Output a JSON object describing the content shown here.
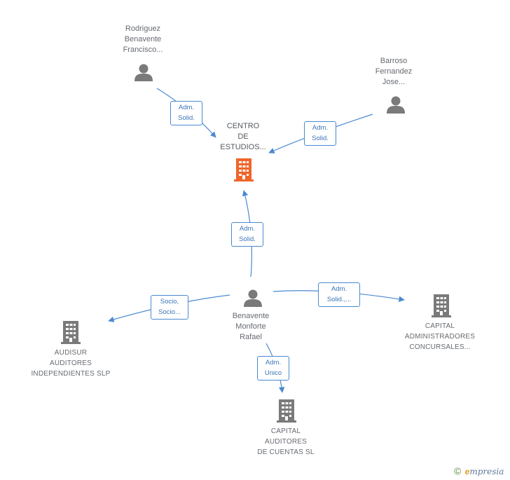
{
  "nodes": {
    "center": "CENTRO\nDE\nESTUDIOS...",
    "rodriguez": "Rodriguez\nBenavente\nFrancisco...",
    "barroso": "Barroso\nFernandez\nJose...",
    "benavente": "Benavente\nMonforte\nRafael",
    "audisur": "AUDISUR\nAUDITORES\nINDEPENDIENTES SLP",
    "capital_adm": "CAPITAL\nADMINISTRADORES\nCONCURSALES...",
    "capital_aud": "CAPITAL\nAUDITORES\nDE CUENTAS SL"
  },
  "edges": {
    "rodriguez_center": "Adm.\nSolid.",
    "barroso_center": "Adm.\nSolid.",
    "benavente_center": "Adm.\nSolid.",
    "benavente_audisur": "Socio,\nSocio...",
    "benavente_capital_adm": "Adm.\nSolid.,...",
    "benavente_capital_aud": "Adm.\nUnico"
  },
  "footer": {
    "copyright": "©",
    "brand_initial": "e",
    "brand_rest": "mpresia"
  },
  "colors": {
    "edge": "#4a89d0",
    "person": "#7a7a7a",
    "company": "#7a7a7a",
    "focus_company": "#f0652a"
  }
}
